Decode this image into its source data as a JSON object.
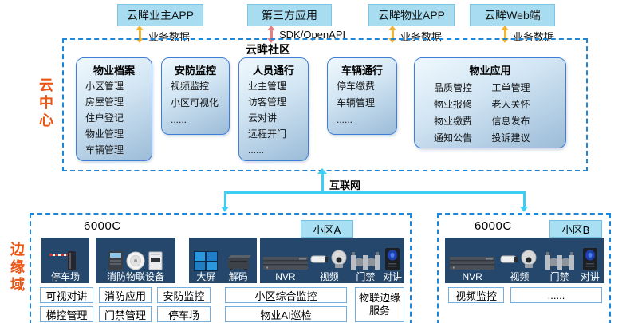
{
  "top_apps": {
    "app1": {
      "label": "云眸业主APP",
      "link": "业务数据"
    },
    "app2": {
      "label": "第三方应用",
      "link": "SDK/OpenAPI"
    },
    "app3": {
      "label": "云眸物业APP",
      "link": "业务数据"
    },
    "app4": {
      "label": "云眸Web端",
      "link": "业务数据"
    }
  },
  "cloud": {
    "zone_label": "云中心",
    "title": "云眸社区",
    "modules": [
      {
        "title": "物业档案",
        "items": [
          "小区管理",
          "房屋管理",
          "住户登记",
          "物业管理",
          "车辆管理"
        ]
      },
      {
        "title": "安防监控",
        "items": [
          "视频监控",
          "小区可视化",
          "......"
        ]
      },
      {
        "title": "人员通行",
        "items": [
          "业主管理",
          "访客管理",
          "云对讲",
          "远程开门",
          "......"
        ]
      },
      {
        "title": "车辆通行",
        "items": [
          "停车缴费",
          "车辆管理",
          "......"
        ]
      },
      {
        "title": "物业应用",
        "items": [
          "品质管控",
          "工单管理",
          "物业报修",
          "老人关怀",
          "物业缴费",
          "信息发布",
          "通知公告",
          "投诉建议"
        ]
      }
    ]
  },
  "connector": {
    "label": "互联网"
  },
  "edge": {
    "zone_label": "边缘域",
    "site_a": {
      "device_model": "6000C",
      "badge": "小区A",
      "devices": {
        "parking": "停车场",
        "fire": "消防物联设备",
        "screen": "大屏",
        "decoder": "解码",
        "nvr": "NVR",
        "video": "视频",
        "access": "门禁",
        "intercom": "对讲"
      },
      "services_row1": [
        "可视对讲",
        "消防应用",
        "安防监控",
        "小区综合监控"
      ],
      "services_row2": [
        "梯控管理",
        "门禁管理",
        "停车场",
        "物业AI巡检"
      ],
      "service_side": "物联边缘服务"
    },
    "site_b": {
      "device_model": "6000C",
      "badge": "小区B",
      "devices": {
        "nvr": "NVR",
        "video": "视频",
        "access": "门禁",
        "intercom": "对讲"
      },
      "services": [
        "视频监控",
        "......"
      ]
    }
  },
  "colors": {
    "accent_cyan": "#3ecdf3",
    "accent_orange": "#ea5514",
    "dashed_blue": "#1e86d8",
    "arrow_yellow": "#f0b437",
    "arrow_red": "#e88080",
    "panel_navy": "#24476b",
    "app_box_blue": "#a8dcf0"
  }
}
